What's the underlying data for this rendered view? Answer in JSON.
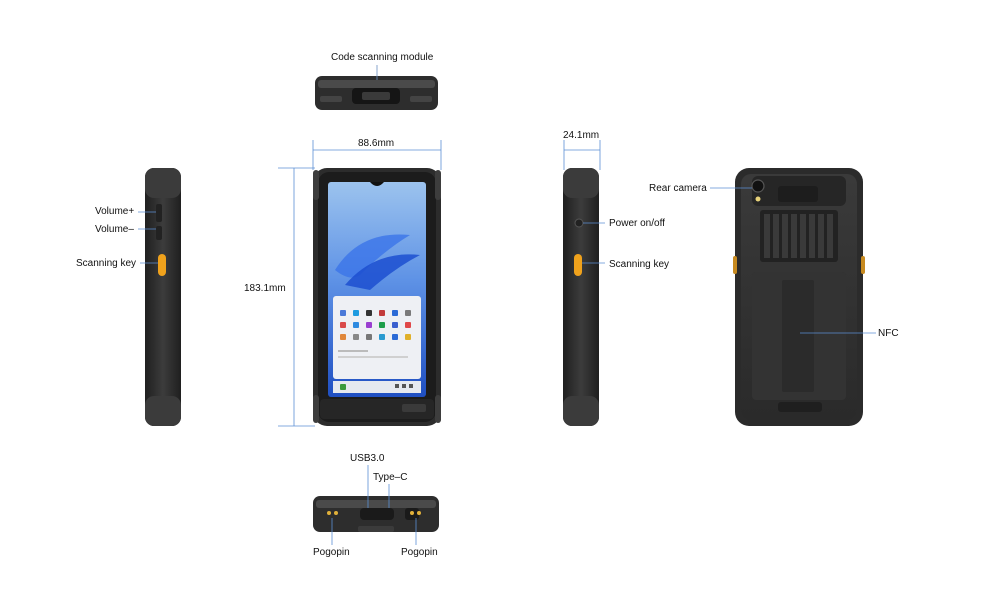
{
  "labels": {
    "code_scanning_module": "Code scanning module",
    "width_dim": "88.6mm",
    "height_dim": "183.1mm",
    "depth_dim": "24.1mm",
    "volume_up": "Volume+",
    "volume_down": "Volume–",
    "scanning_key_left": "Scanning key",
    "power": "Power on/off",
    "scanning_key_right": "Scanning key",
    "rear_camera": "Rear camera",
    "nfc": "NFC",
    "usb": "USB3.0",
    "type_c": "Type–C",
    "pogopin_left": "Pogopin",
    "pogopin_right": "Pogopin"
  },
  "colors": {
    "body_dark": "#2b2b2b",
    "bumper": "#3a3a3a",
    "scan_key": "#f0a21c",
    "dim_line": "#5b8fd4",
    "screen_sky": "#8fb7e6",
    "screen_blue": "#2a63d8"
  }
}
